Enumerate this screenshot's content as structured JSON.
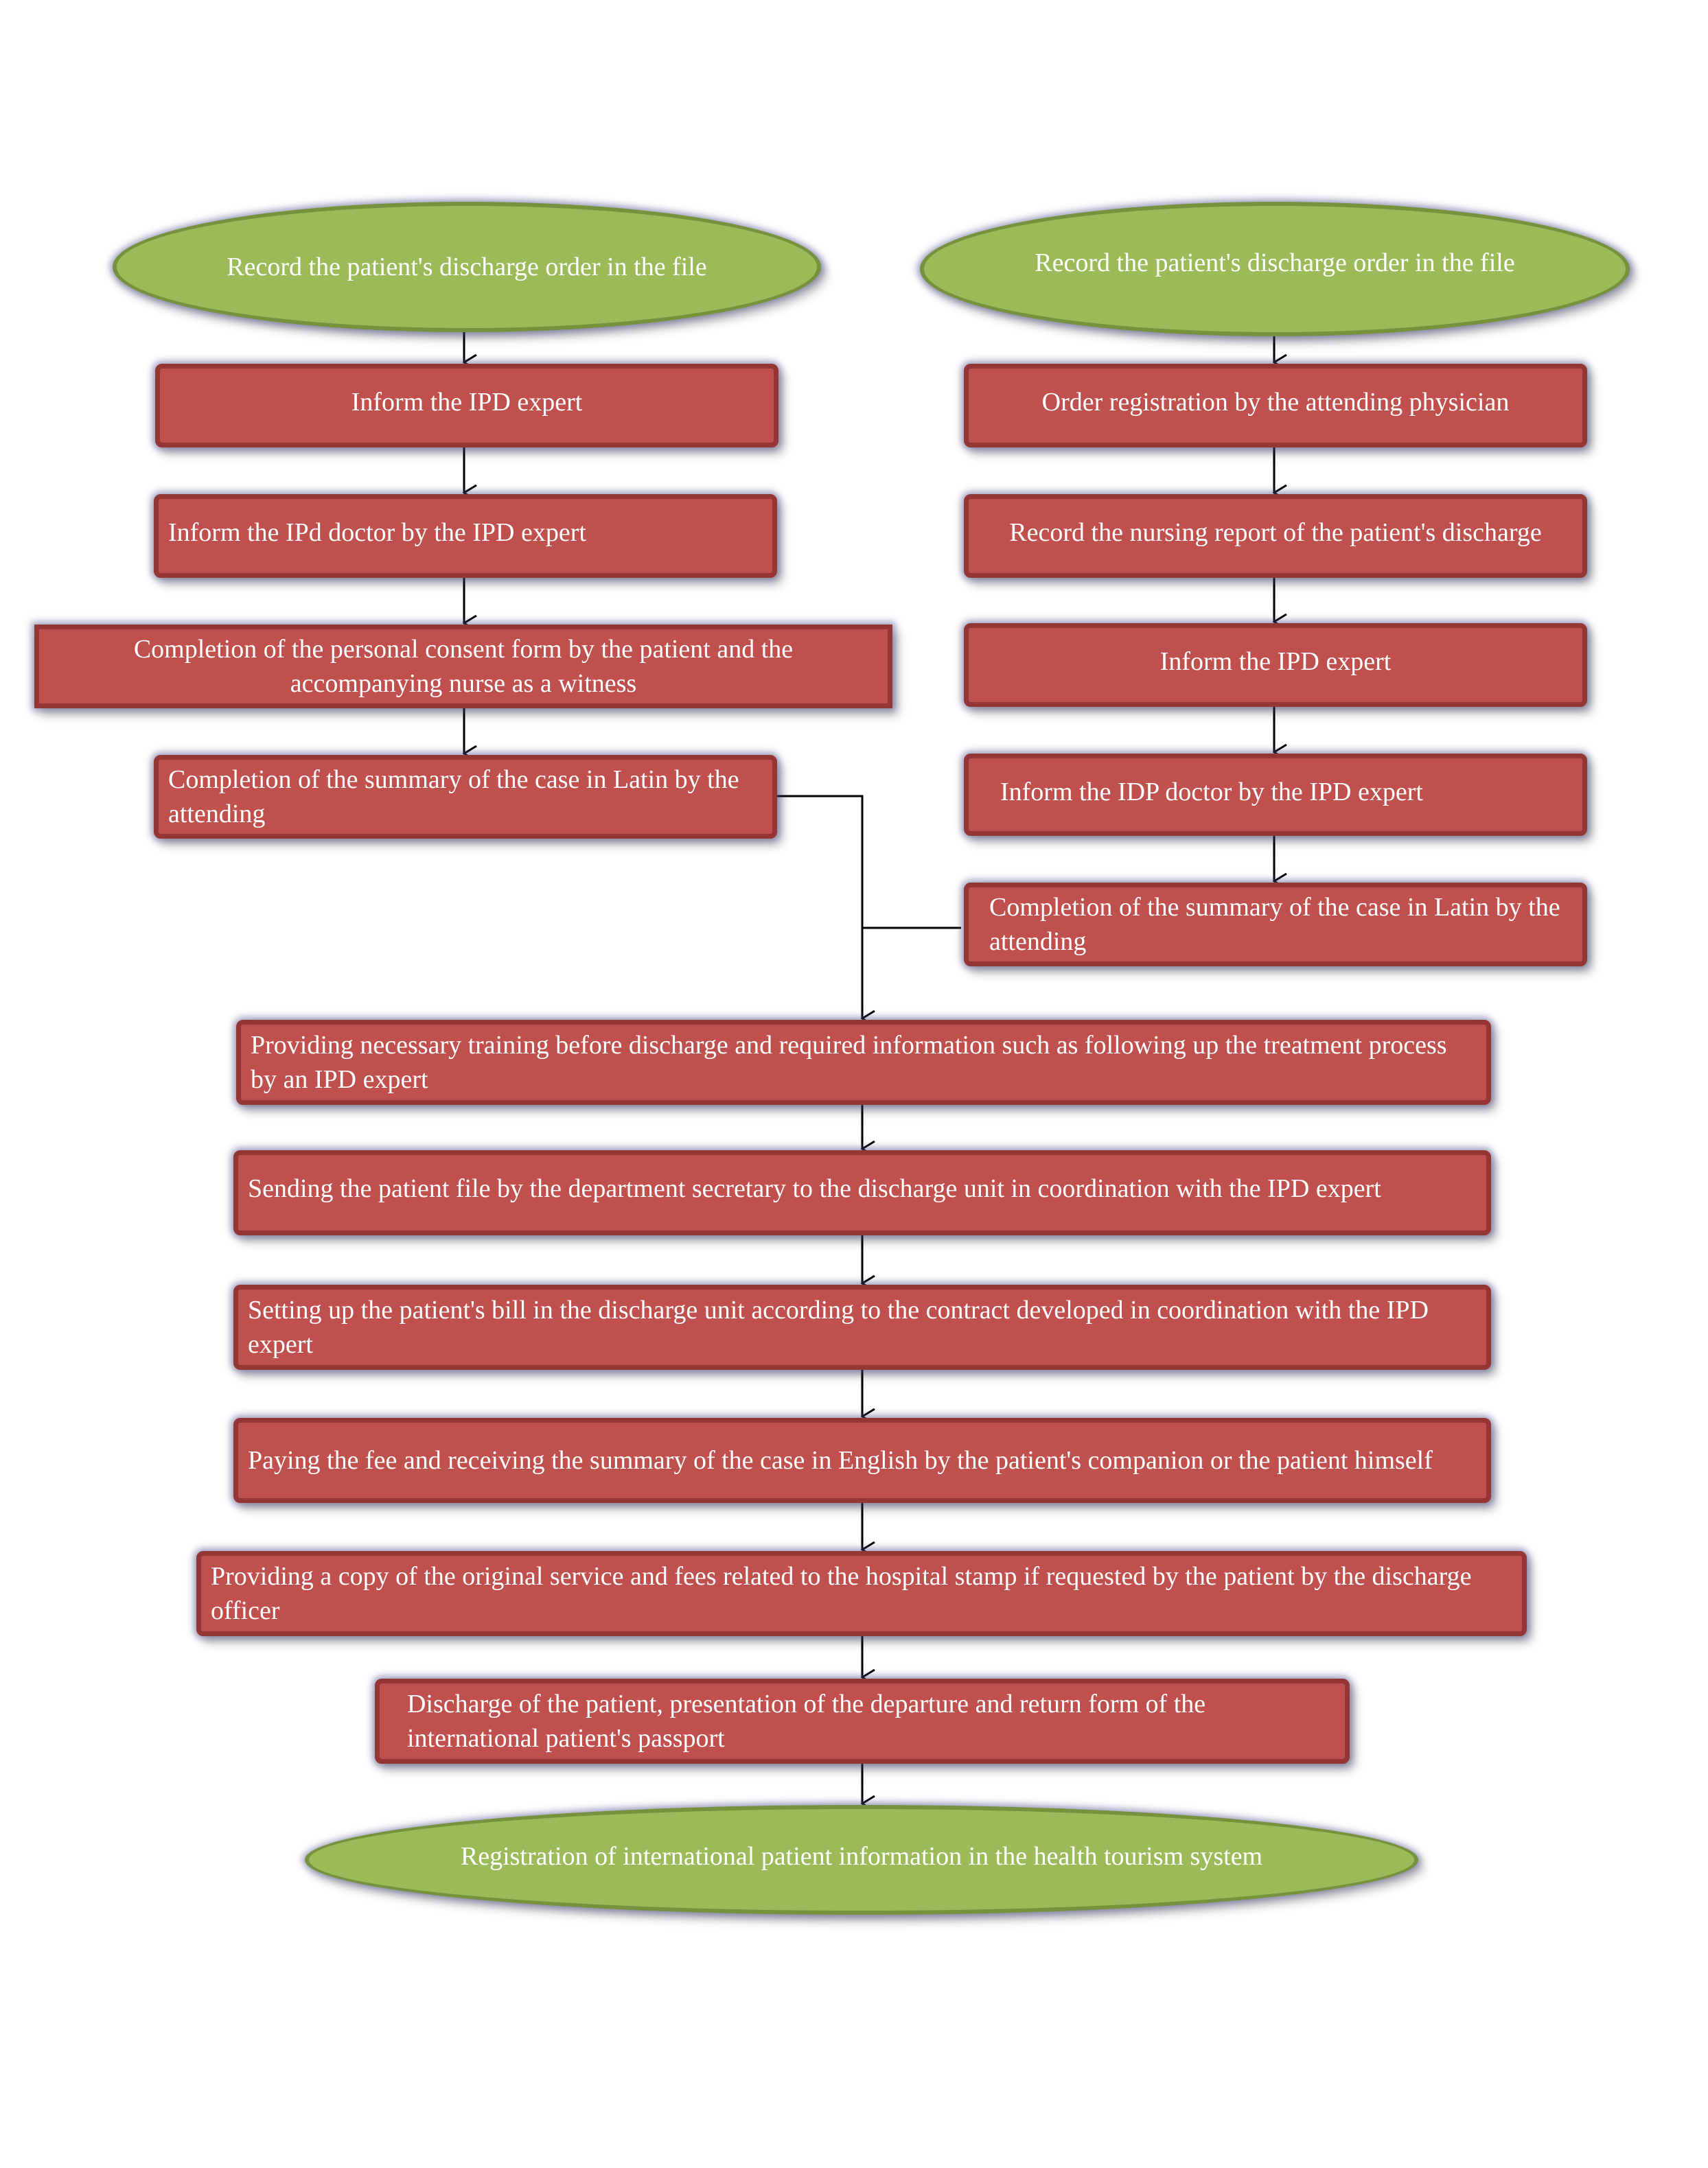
{
  "left_branch": {
    "start": "Record the patient's discharge order in the file",
    "steps": [
      "Inform the IPD expert",
      "Inform the IPd doctor by the IPD expert",
      "Completion of the personal consent form by the patient and the accompanying nurse as a witness",
      "Completion of the summary of the case in Latin by the attending"
    ]
  },
  "right_branch": {
    "start": "Record the patient's discharge order in the file",
    "steps": [
      "Order registration by the attending physician",
      "Record the nursing report of the patient's discharge",
      "Inform the IPD expert",
      "Inform the IDP doctor by the IPD expert",
      "Completion of the summary of the case in Latin by the attending"
    ]
  },
  "merged_steps": [
    "Providing necessary training before discharge and required information such as following up the treatment process by an IPD expert",
    "Sending the patient file by the department secretary to the discharge unit in coordination with the IPD expert",
    "Setting up the patient's bill in the discharge unit according to the contract developed in coordination with the IPD expert",
    "Paying the fee and receiving the summary of the case in English by the patient's companion or the patient himself",
    "Providing a copy of the original service and fees related to the hospital stamp if requested by the patient by the discharge officer",
    "Discharge of the patient, presentation of the departure and return form of the international patient's passport"
  ],
  "end": "Registration of international patient information in the health tourism system",
  "colors": {
    "oval_fill": "#9bbb59",
    "oval_border": "#76923c",
    "box_fill": "#c0504d",
    "box_border": "#943634",
    "connector": "#000000"
  }
}
